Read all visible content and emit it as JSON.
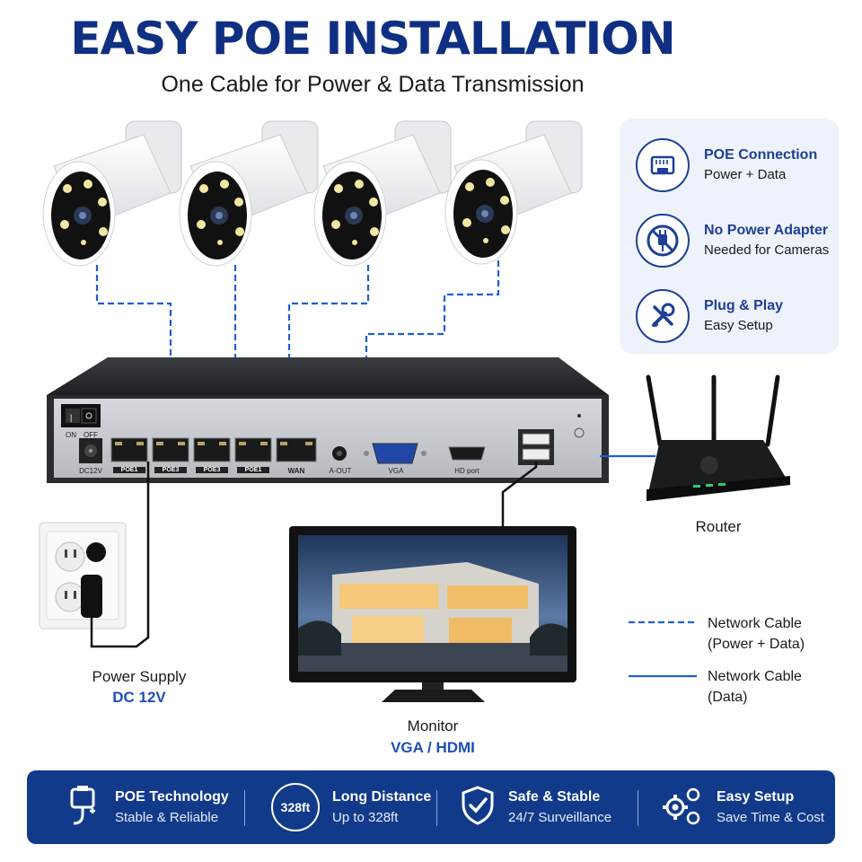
{
  "header": {
    "title": "EASY POE INSTALLATION",
    "subtitle": "One Cable for Power & Data Transmission"
  },
  "features": [
    {
      "icon": "ethernet-port-icon",
      "title": "POE Connection",
      "desc": "Power + Data"
    },
    {
      "icon": "no-power-adapter-icon",
      "title": "No Power Adapter",
      "desc": "Needed for Cameras"
    },
    {
      "icon": "tools-icon",
      "title": "Plug & Play",
      "desc": "Easy Setup"
    }
  ],
  "nvr": {
    "switch_on": "ON",
    "switch_off": "OFF",
    "dc_label": "DC12V",
    "ports": [
      "POE1",
      "POE3",
      "POE3",
      "POE1",
      "WAN"
    ],
    "aout": "A-OUT",
    "vga": "VGA",
    "hd": "HD port"
  },
  "labels": {
    "router": "Router",
    "power_supply": "Power Supply",
    "power_spec": "DC 12V",
    "monitor": "Monitor",
    "monitor_spec": "VGA / HDMI"
  },
  "legend": [
    {
      "style": "dashed",
      "line1": "Network Cable",
      "line2": "(Power + Data)"
    },
    {
      "style": "solid",
      "line1": "Network Cable",
      "line2": "(Data)"
    }
  ],
  "bottom_bar": [
    {
      "icon": "poe-plug-icon",
      "title": "POE Technology",
      "desc": "Stable & Reliable"
    },
    {
      "icon": "distance-badge-icon",
      "badge": "328ft",
      "title": "Long Distance",
      "desc": "Up to 328ft"
    },
    {
      "icon": "shield-check-icon",
      "title": "Safe & Stable",
      "desc": "24/7 Surveillance"
    },
    {
      "icon": "gears-icon",
      "title": "Easy Setup",
      "desc": "Save Time & Cost"
    }
  ],
  "colors": {
    "brand_blue": "#0f2f82",
    "cable_blue": "#1d5fd6",
    "bar_blue": "#123a8a"
  }
}
